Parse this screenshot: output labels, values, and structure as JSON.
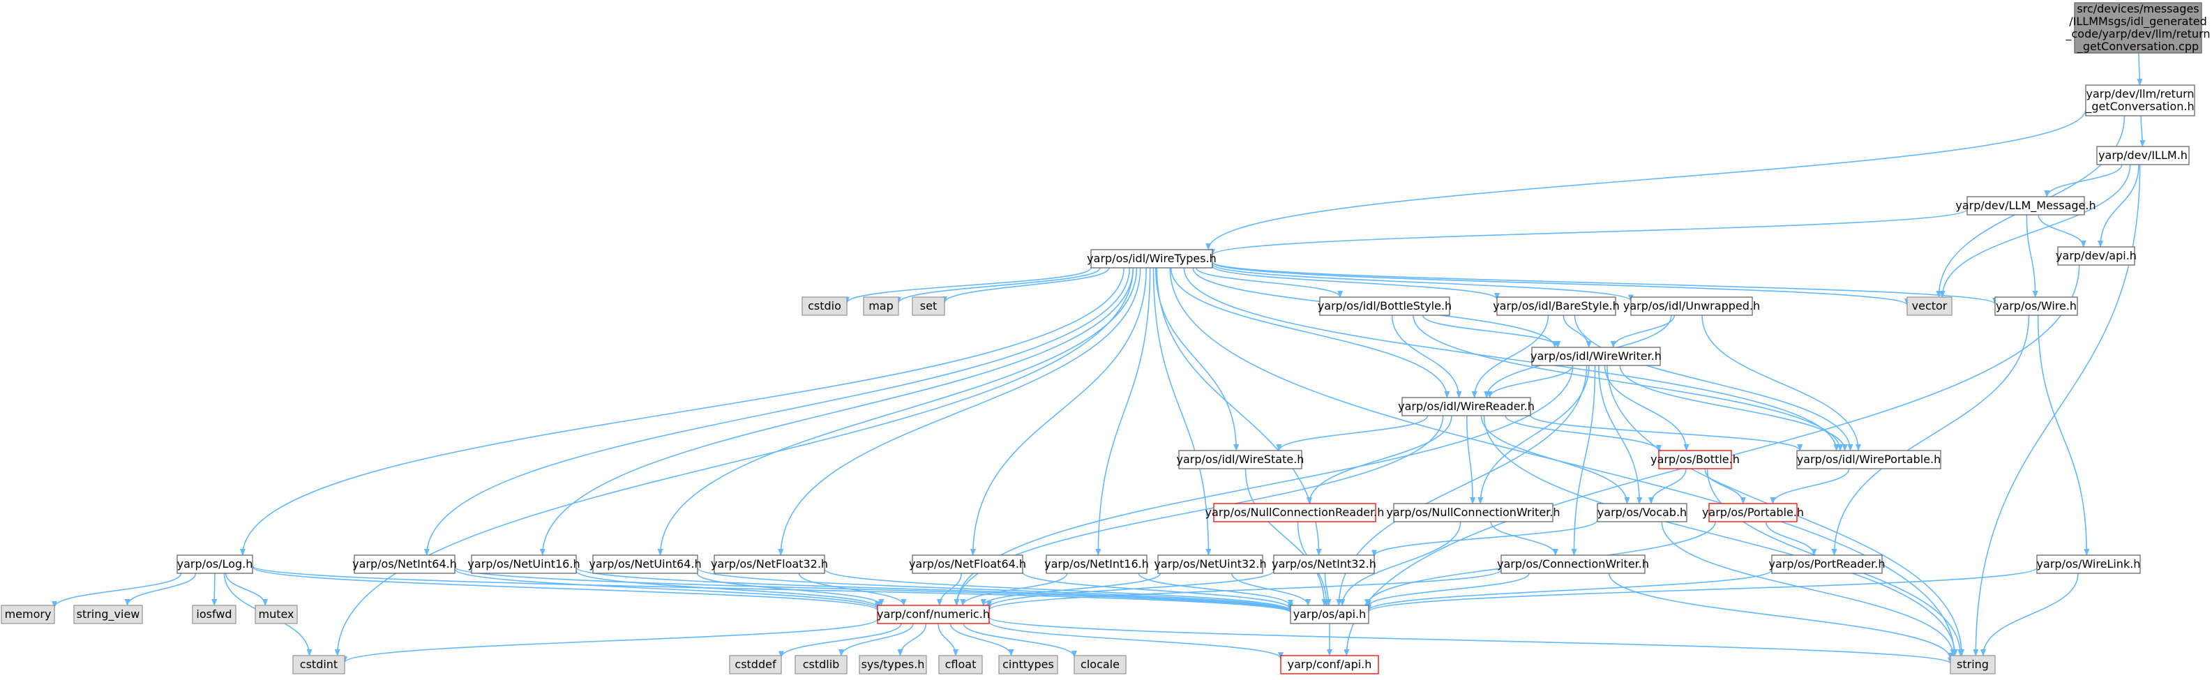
{
  "colors": {
    "edge": "#63b8ff",
    "node_border": "#666666",
    "node_fill": "#ffffff",
    "external_fill": "#e0e0e0",
    "external_border": "#999999",
    "root_fill": "#999999",
    "root_border": "#666666",
    "truncated_border": "#ff0000"
  },
  "nodes": [
    {
      "id": "root",
      "lines": [
        "src/devices/messages",
        "/ILLMMsgs/idl_generated",
        "_code/yarp/dev/llm/return",
        "_getConversation.cpp"
      ],
      "kind": "root"
    },
    {
      "id": "rgc",
      "lines": [
        "yarp/dev/llm/return",
        "_getConversation.h"
      ],
      "kind": "normal"
    },
    {
      "id": "illm",
      "lines": [
        "yarp/dev/ILLM.h"
      ],
      "kind": "normal"
    },
    {
      "id": "llmmsg",
      "lines": [
        "yarp/dev/LLM_Message.h"
      ],
      "kind": "normal"
    },
    {
      "id": "devapi",
      "lines": [
        "yarp/dev/api.h"
      ],
      "kind": "normal"
    },
    {
      "id": "wiretypes",
      "lines": [
        "yarp/os/idl/WireTypes.h"
      ],
      "kind": "normal"
    },
    {
      "id": "vector",
      "lines": [
        "vector"
      ],
      "kind": "external"
    },
    {
      "id": "wire",
      "lines": [
        "yarp/os/Wire.h"
      ],
      "kind": "normal"
    },
    {
      "id": "cstdio",
      "lines": [
        "cstdio"
      ],
      "kind": "external"
    },
    {
      "id": "map",
      "lines": [
        "map"
      ],
      "kind": "external"
    },
    {
      "id": "set",
      "lines": [
        "set"
      ],
      "kind": "external"
    },
    {
      "id": "bottlestyle",
      "lines": [
        "yarp/os/idl/BottleStyle.h"
      ],
      "kind": "normal"
    },
    {
      "id": "barestyle",
      "lines": [
        "yarp/os/idl/BareStyle.h"
      ],
      "kind": "normal"
    },
    {
      "id": "unwrapped",
      "lines": [
        "yarp/os/idl/Unwrapped.h"
      ],
      "kind": "normal"
    },
    {
      "id": "wirewriter",
      "lines": [
        "yarp/os/idl/WireWriter.h"
      ],
      "kind": "normal"
    },
    {
      "id": "wirereader",
      "lines": [
        "yarp/os/idl/WireReader.h"
      ],
      "kind": "normal"
    },
    {
      "id": "wirestate",
      "lines": [
        "yarp/os/idl/WireState.h"
      ],
      "kind": "normal"
    },
    {
      "id": "bottle",
      "lines": [
        "yarp/os/Bottle.h"
      ],
      "kind": "truncated"
    },
    {
      "id": "wireportable",
      "lines": [
        "yarp/os/idl/WirePortable.h"
      ],
      "kind": "normal"
    },
    {
      "id": "nullreader",
      "lines": [
        "yarp/os/NullConnectionReader.h"
      ],
      "kind": "truncated"
    },
    {
      "id": "nullwriter",
      "lines": [
        "yarp/os/NullConnectionWriter.h"
      ],
      "kind": "normal"
    },
    {
      "id": "vocab",
      "lines": [
        "yarp/os/Vocab.h"
      ],
      "kind": "normal"
    },
    {
      "id": "portable",
      "lines": [
        "yarp/os/Portable.h"
      ],
      "kind": "truncated"
    },
    {
      "id": "log",
      "lines": [
        "yarp/os/Log.h"
      ],
      "kind": "normal"
    },
    {
      "id": "netint64",
      "lines": [
        "yarp/os/NetInt64.h"
      ],
      "kind": "normal"
    },
    {
      "id": "netuint16",
      "lines": [
        "yarp/os/NetUint16.h"
      ],
      "kind": "normal"
    },
    {
      "id": "netuint64",
      "lines": [
        "yarp/os/NetUint64.h"
      ],
      "kind": "normal"
    },
    {
      "id": "netfloat32",
      "lines": [
        "yarp/os/NetFloat32.h"
      ],
      "kind": "normal"
    },
    {
      "id": "netfloat64",
      "lines": [
        "yarp/os/NetFloat64.h"
      ],
      "kind": "normal"
    },
    {
      "id": "netint16",
      "lines": [
        "yarp/os/NetInt16.h"
      ],
      "kind": "normal"
    },
    {
      "id": "netuint32",
      "lines": [
        "yarp/os/NetUint32.h"
      ],
      "kind": "normal"
    },
    {
      "id": "netint32",
      "lines": [
        "yarp/os/NetInt32.h"
      ],
      "kind": "normal"
    },
    {
      "id": "connwriter",
      "lines": [
        "yarp/os/ConnectionWriter.h"
      ],
      "kind": "normal"
    },
    {
      "id": "portreader",
      "lines": [
        "yarp/os/PortReader.h"
      ],
      "kind": "normal"
    },
    {
      "id": "wirelink",
      "lines": [
        "yarp/os/WireLink.h"
      ],
      "kind": "normal"
    },
    {
      "id": "memory",
      "lines": [
        "memory"
      ],
      "kind": "external"
    },
    {
      "id": "string_view",
      "lines": [
        "string_view"
      ],
      "kind": "external"
    },
    {
      "id": "iosfwd",
      "lines": [
        "iosfwd"
      ],
      "kind": "external"
    },
    {
      "id": "mutex",
      "lines": [
        "mutex"
      ],
      "kind": "external"
    },
    {
      "id": "numeric",
      "lines": [
        "yarp/conf/numeric.h"
      ],
      "kind": "truncated"
    },
    {
      "id": "osapi",
      "lines": [
        "yarp/os/api.h"
      ],
      "kind": "normal"
    },
    {
      "id": "cstdint",
      "lines": [
        "cstdint"
      ],
      "kind": "external"
    },
    {
      "id": "cstddef",
      "lines": [
        "cstddef"
      ],
      "kind": "external"
    },
    {
      "id": "cstdlib",
      "lines": [
        "cstdlib"
      ],
      "kind": "external"
    },
    {
      "id": "systypes",
      "lines": [
        "sys/types.h"
      ],
      "kind": "external"
    },
    {
      "id": "cfloat",
      "lines": [
        "cfloat"
      ],
      "kind": "external"
    },
    {
      "id": "cinttypes",
      "lines": [
        "cinttypes"
      ],
      "kind": "external"
    },
    {
      "id": "clocale",
      "lines": [
        "clocale"
      ],
      "kind": "external"
    },
    {
      "id": "confapi",
      "lines": [
        "yarp/conf/api.h"
      ],
      "kind": "truncated"
    },
    {
      "id": "string",
      "lines": [
        "string"
      ],
      "kind": "external"
    }
  ],
  "edges": [
    [
      "root",
      "rgc"
    ],
    [
      "rgc",
      "illm"
    ],
    [
      "rgc",
      "wiretypes"
    ],
    [
      "rgc",
      "vector"
    ],
    [
      "illm",
      "llmmsg"
    ],
    [
      "illm",
      "devapi"
    ],
    [
      "illm",
      "vector"
    ],
    [
      "illm",
      "string"
    ],
    [
      "llmmsg",
      "wiretypes"
    ],
    [
      "llmmsg",
      "devapi"
    ],
    [
      "llmmsg",
      "wire"
    ],
    [
      "devapi",
      "confapi"
    ],
    [
      "wiretypes",
      "vector"
    ],
    [
      "wiretypes",
      "wire"
    ],
    [
      "wiretypes",
      "cstdio"
    ],
    [
      "wiretypes",
      "map"
    ],
    [
      "wiretypes",
      "set"
    ],
    [
      "wiretypes",
      "bottlestyle"
    ],
    [
      "wiretypes",
      "barestyle"
    ],
    [
      "wiretypes",
      "unwrapped"
    ],
    [
      "wiretypes",
      "wirewriter"
    ],
    [
      "wiretypes",
      "wirereader"
    ],
    [
      "wiretypes",
      "wirestate"
    ],
    [
      "wiretypes",
      "wireportable"
    ],
    [
      "wiretypes",
      "log"
    ],
    [
      "wiretypes",
      "netint64"
    ],
    [
      "wiretypes",
      "netuint16"
    ],
    [
      "wiretypes",
      "netuint64"
    ],
    [
      "wiretypes",
      "netfloat32"
    ],
    [
      "wiretypes",
      "netfloat64"
    ],
    [
      "wiretypes",
      "netint16"
    ],
    [
      "wiretypes",
      "netuint32"
    ],
    [
      "wiretypes",
      "netint32"
    ],
    [
      "wiretypes",
      "cstdint"
    ],
    [
      "wiretypes",
      "string"
    ],
    [
      "bottlestyle",
      "wirewriter"
    ],
    [
      "bottlestyle",
      "wirereader"
    ],
    [
      "bottlestyle",
      "wireportable"
    ],
    [
      "barestyle",
      "wirewriter"
    ],
    [
      "barestyle",
      "wirereader"
    ],
    [
      "barestyle",
      "wireportable"
    ],
    [
      "unwrapped",
      "wirewriter"
    ],
    [
      "unwrapped",
      "wirereader"
    ],
    [
      "unwrapped",
      "wireportable"
    ],
    [
      "wirewriter",
      "wirereader"
    ],
    [
      "wirewriter",
      "bottle"
    ],
    [
      "wirewriter",
      "wireportable"
    ],
    [
      "wirewriter",
      "vocab"
    ],
    [
      "wirewriter",
      "connwriter"
    ],
    [
      "wirewriter",
      "osapi"
    ],
    [
      "wirewriter",
      "numeric"
    ],
    [
      "wirewriter",
      "string"
    ],
    [
      "wirewriter",
      "nullwriter"
    ],
    [
      "wirereader",
      "wirestate"
    ],
    [
      "wirereader",
      "wireportable"
    ],
    [
      "wirereader",
      "bottle"
    ],
    [
      "wirereader",
      "nullreader"
    ],
    [
      "wirereader",
      "nullwriter"
    ],
    [
      "wirereader",
      "vocab"
    ],
    [
      "wirereader",
      "numeric"
    ],
    [
      "wirereader",
      "string"
    ],
    [
      "wirestate",
      "osapi"
    ],
    [
      "nullreader",
      "osapi"
    ],
    [
      "nullwriter",
      "connwriter"
    ],
    [
      "nullwriter",
      "osapi"
    ],
    [
      "bottle",
      "vocab"
    ],
    [
      "bottle",
      "portable"
    ],
    [
      "bottle",
      "string"
    ],
    [
      "wireportable",
      "portable"
    ],
    [
      "portable",
      "portreader"
    ],
    [
      "portable",
      "osapi"
    ],
    [
      "vocab",
      "netint32"
    ],
    [
      "vocab",
      "string"
    ],
    [
      "wire",
      "portreader"
    ],
    [
      "wire",
      "wirelink"
    ],
    [
      "portreader",
      "osapi"
    ],
    [
      "wirelink",
      "osapi"
    ],
    [
      "wirelink",
      "string"
    ],
    [
      "connwriter",
      "osapi"
    ],
    [
      "connwriter",
      "numeric"
    ],
    [
      "connwriter",
      "string"
    ],
    [
      "log",
      "memory"
    ],
    [
      "log",
      "string_view"
    ],
    [
      "log",
      "iosfwd"
    ],
    [
      "log",
      "mutex"
    ],
    [
      "log",
      "cstdint"
    ],
    [
      "log",
      "numeric"
    ],
    [
      "log",
      "osapi"
    ],
    [
      "netint64",
      "numeric"
    ],
    [
      "netint64",
      "osapi"
    ],
    [
      "netuint16",
      "numeric"
    ],
    [
      "netuint16",
      "osapi"
    ],
    [
      "netuint64",
      "numeric"
    ],
    [
      "netuint64",
      "osapi"
    ],
    [
      "netfloat32",
      "numeric"
    ],
    [
      "netfloat32",
      "osapi"
    ],
    [
      "netfloat64",
      "numeric"
    ],
    [
      "netfloat64",
      "osapi"
    ],
    [
      "netint16",
      "numeric"
    ],
    [
      "netint16",
      "osapi"
    ],
    [
      "netuint32",
      "numeric"
    ],
    [
      "netuint32",
      "osapi"
    ],
    [
      "netint32",
      "numeric"
    ],
    [
      "netint32",
      "osapi"
    ],
    [
      "osapi",
      "confapi"
    ],
    [
      "numeric",
      "cstdint"
    ],
    [
      "numeric",
      "cstddef"
    ],
    [
      "numeric",
      "cstdlib"
    ],
    [
      "numeric",
      "systypes"
    ],
    [
      "numeric",
      "cfloat"
    ],
    [
      "numeric",
      "cinttypes"
    ],
    [
      "numeric",
      "clocale"
    ],
    [
      "numeric",
      "confapi"
    ],
    [
      "numeric",
      "string"
    ]
  ]
}
